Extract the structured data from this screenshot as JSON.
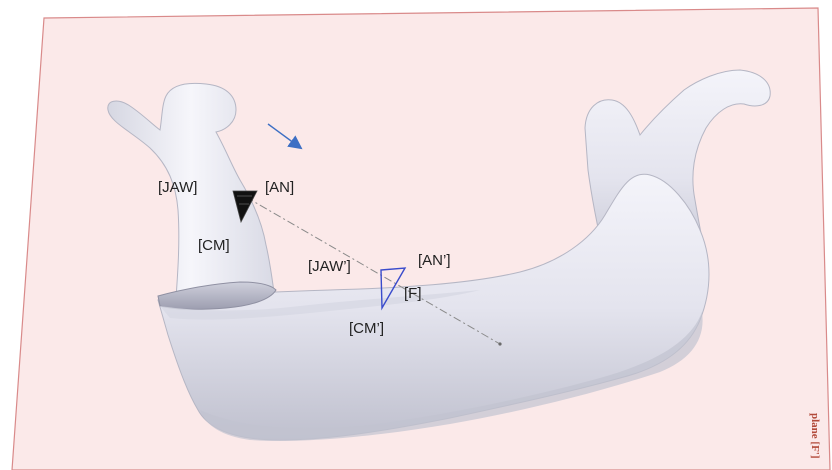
{
  "labels": {
    "jaw": "[JAW]",
    "an": "[AN]",
    "cm": "[CM]",
    "jaw_prime": "[JAW’]",
    "an_prime": "[AN’]",
    "f": "[F]",
    "cm_prime": "[CM’]"
  },
  "plane_label": "plane [F']",
  "colors": {
    "plane_fill": "#fbe9e9",
    "plane_border": "#d98a8a",
    "bone": "#e9e9f1",
    "bone_shadow": "#b9bac8",
    "arrow": "#3d6fc4",
    "projection_triangle": "#3a4ccc",
    "marker_dark": "#111111",
    "axis_line": "#8a8a8a"
  },
  "icons": {
    "direction_arrow": "arrow-icon",
    "source_marker": "triangle-marker-icon",
    "projected_marker": "triangle-outline-icon"
  }
}
